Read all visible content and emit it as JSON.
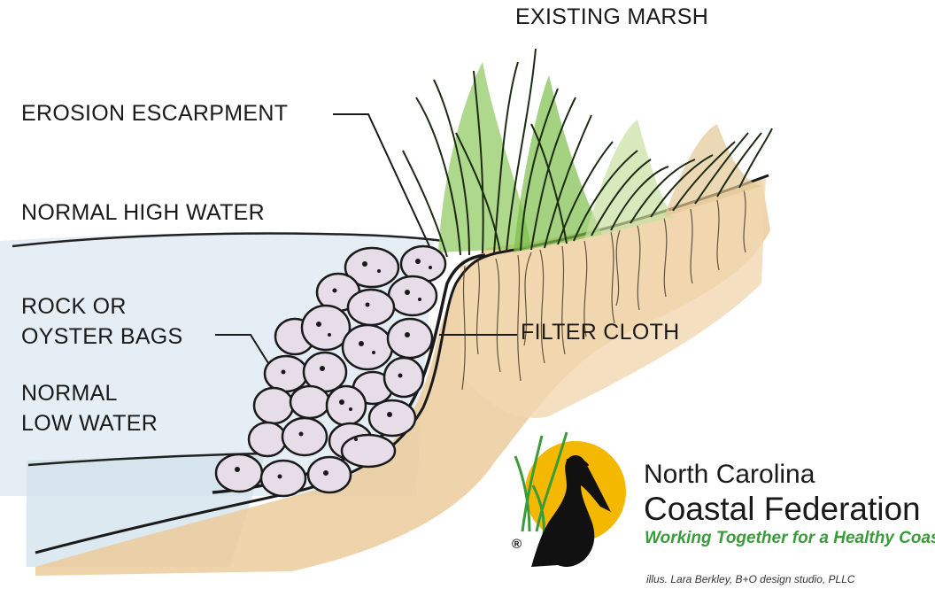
{
  "labels": {
    "existing_marsh": "EXISTING MARSH",
    "erosion_escarpment": "EROSION ESCARPMENT",
    "normal_high_water": "NORMAL HIGH WATER",
    "rock_or": "ROCK OR",
    "oyster_bags": "OYSTER BAGS",
    "filter_cloth": "FILTER CLOTH",
    "normal": "NORMAL",
    "low_water": "LOW WATER"
  },
  "logo": {
    "name_line1": "North Carolina",
    "name_line2": "Coastal Federation",
    "tagline": "Working Together for a Healthy Coast",
    "registered_mark": "®",
    "icon": "pelican-sun-icon",
    "colors": {
      "sun": "#f5b800",
      "grass": "#3a9b3a",
      "tagline": "#3a9b3a"
    }
  },
  "credit": "illus. Lara Berkley, B+O design studio, PLLC",
  "colors": {
    "water": "#d8e6ee",
    "sand": "#e9c99a",
    "marsh_grass": "#7cbf4a",
    "rock": "#e4dbe6"
  }
}
